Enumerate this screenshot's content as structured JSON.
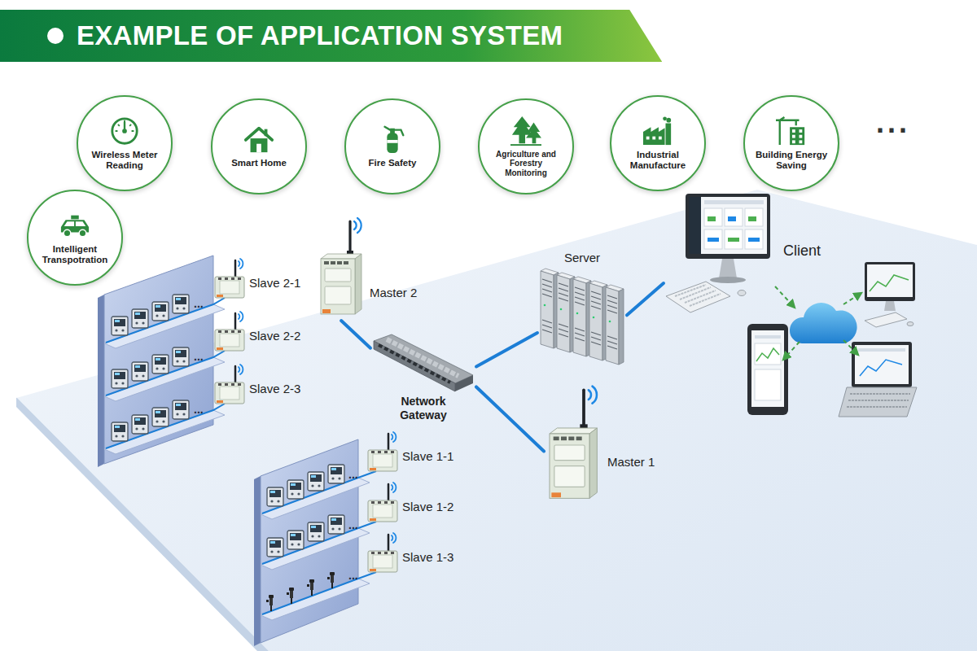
{
  "diagram": {
    "title": "EXAMPLE OF APPLICATION SYSTEM",
    "nodes": [
      {
        "text": [
          "Wireless Meter Reading"
        ]
      },
      {
        "text": [
          "Smart Home"
        ]
      },
      {
        "text": [
          "Fire Safety"
        ]
      },
      {
        "text": [
          "Agriculture and Forestry Monitoring"
        ]
      },
      {
        "text": [
          "Industrial Manufacture"
        ]
      },
      {
        "text": [
          "Building Energy Saving"
        ]
      },
      {
        "text": [
          "Intelligent Transpotration"
        ]
      },
      {
        "text": [
          "Slave 2-1"
        ]
      },
      {
        "text": [
          "Slave 2-2"
        ]
      },
      {
        "text": [
          "Slave 2-3"
        ]
      },
      {
        "text": [
          "Master 2"
        ]
      },
      {
        "text": [
          "Network Gateway"
        ]
      },
      {
        "text": [
          "Slave 1-1"
        ]
      },
      {
        "text": [
          "Slave 1-2"
        ]
      },
      {
        "text": [
          "Slave 1-3"
        ]
      },
      {
        "text": [
          "Master 1"
        ]
      },
      {
        "text": [
          "Server"
        ]
      },
      {
        "text": [
          "Client"
        ]
      }
    ],
    "edges": [
      {
        "from": 10,
        "to": 11,
        "arrow": "none"
      },
      {
        "from": 11,
        "to": 15,
        "arrow": "none"
      },
      {
        "from": 11,
        "to": 16,
        "arrow": "none"
      },
      {
        "from": 16,
        "to": 17,
        "arrow": "none"
      }
    ],
    "labels": [
      "...",
      "...",
      "...",
      "...",
      "...",
      "...",
      "..."
    ]
  }
}
